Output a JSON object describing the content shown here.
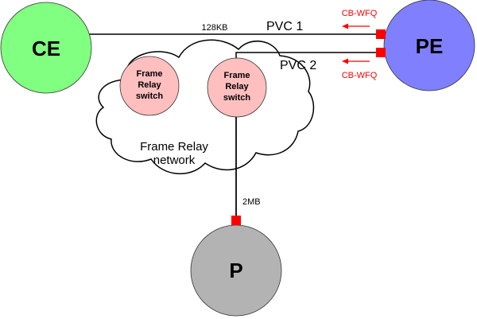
{
  "colors": {
    "ce": "#80FF80",
    "pe": "#8080FF",
    "p": "#B3B3B3",
    "switch": "#FFBFBF",
    "interface": "#FF0000",
    "qos": "#FF0000",
    "line": "#000000"
  },
  "nodes": {
    "ce": {
      "label": "CE"
    },
    "pe": {
      "label": "PE"
    },
    "p": {
      "label": "P"
    }
  },
  "cloud": {
    "label_line1": "Frame Relay",
    "label_line2": "network"
  },
  "switches": [
    {
      "line1": "Frame",
      "line2": "Relay",
      "line3": "switch"
    },
    {
      "line1": "Frame",
      "line2": "Relay",
      "line3": "switch"
    }
  ],
  "links": {
    "pvc1": {
      "label": "PVC 1",
      "bandwidth": "128KB",
      "qos": "CB-WFQ"
    },
    "pvc2": {
      "label": "PVC 2",
      "bandwidth": "2MB",
      "qos": "CB-WFQ"
    }
  }
}
